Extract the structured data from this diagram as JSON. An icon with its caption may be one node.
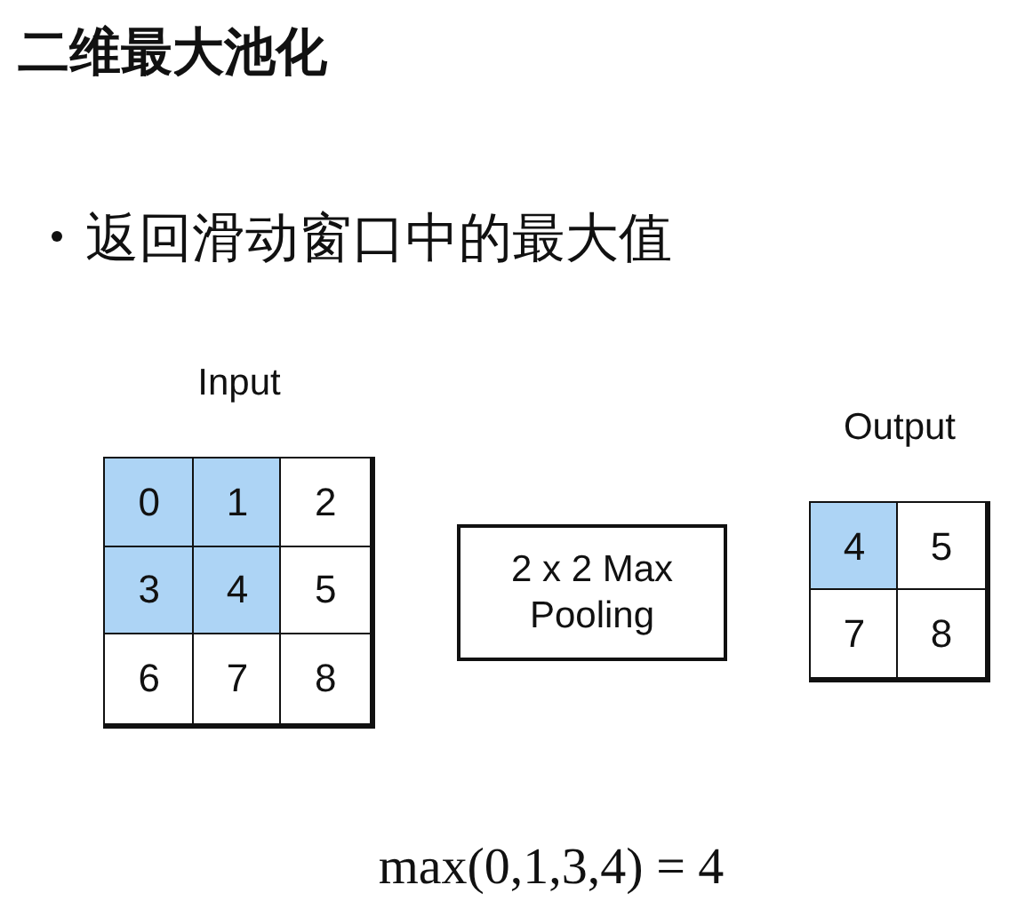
{
  "diagram": {
    "title": "二维最大池化",
    "nodes": [
      {
        "text": [
          "Input"
        ]
      },
      {
        "text": [
          "0"
        ],
        "in": 0
      },
      {
        "text": [
          "1"
        ],
        "in": 0
      },
      {
        "text": [
          "2"
        ],
        "in": 0
      },
      {
        "text": [
          "3"
        ],
        "in": 0
      },
      {
        "text": [
          "4"
        ],
        "in": 0
      },
      {
        "text": [
          "5"
        ],
        "in": 0
      },
      {
        "text": [
          "6"
        ],
        "in": 0
      },
      {
        "text": [
          "7"
        ],
        "in": 0
      },
      {
        "text": [
          "8"
        ],
        "in": 0
      },
      {
        "text": [
          "2 x 2 Max Pooling"
        ]
      },
      {
        "text": [
          "Output"
        ]
      },
      {
        "text": [
          "4"
        ],
        "in": 11
      },
      {
        "text": [
          "5"
        ],
        "in": 11
      },
      {
        "text": [
          "7"
        ],
        "in": 11
      },
      {
        "text": [
          "8"
        ],
        "in": 11
      }
    ],
    "edges": [],
    "labels": [
      "返回滑动窗口中的最大值",
      "max(0,1,3,4) = 4"
    ]
  }
}
